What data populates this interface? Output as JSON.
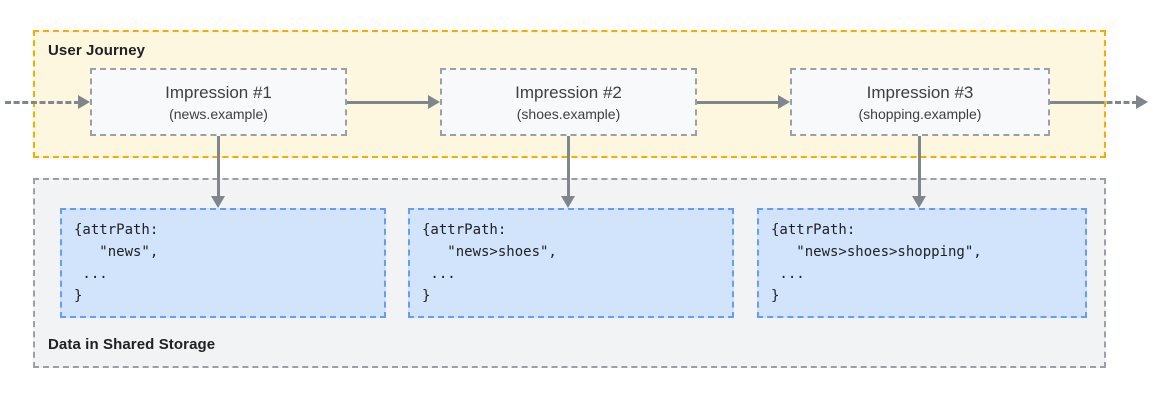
{
  "journey": {
    "label": "User Journey",
    "impressions": [
      {
        "title": "Impression #1",
        "subtitle": "(news.example)"
      },
      {
        "title": "Impression #2",
        "subtitle": "(shoes.example)"
      },
      {
        "title": "Impression #3",
        "subtitle": "(shopping.example)"
      }
    ]
  },
  "storage": {
    "label": "Data in Shared Storage",
    "entries": [
      {
        "lines": [
          "{attrPath:",
          "   \"news\",",
          " ...",
          "}"
        ]
      },
      {
        "lines": [
          "{attrPath:",
          "   \"news>shoes\",",
          " ...",
          "}"
        ]
      },
      {
        "lines": [
          "{attrPath:",
          "   \"news>shoes>shopping\",",
          " ...",
          "}"
        ]
      }
    ]
  },
  "icons": {
    "flow_arrow": "right-arrow-icon",
    "store_arrow": "down-arrow-icon"
  },
  "colors": {
    "journey_bg": "#FEF7E0",
    "journey_border": "#F9AB00",
    "storage_bg": "#F1F3F4",
    "storage_border": "#9AA0A6",
    "node_bg": "#F8F9FA",
    "node_border": "#9AA0A6",
    "entry_bg": "#D2E3FC",
    "entry_border": "#669DF6",
    "arrow": "#80868B",
    "text": "#202124"
  }
}
